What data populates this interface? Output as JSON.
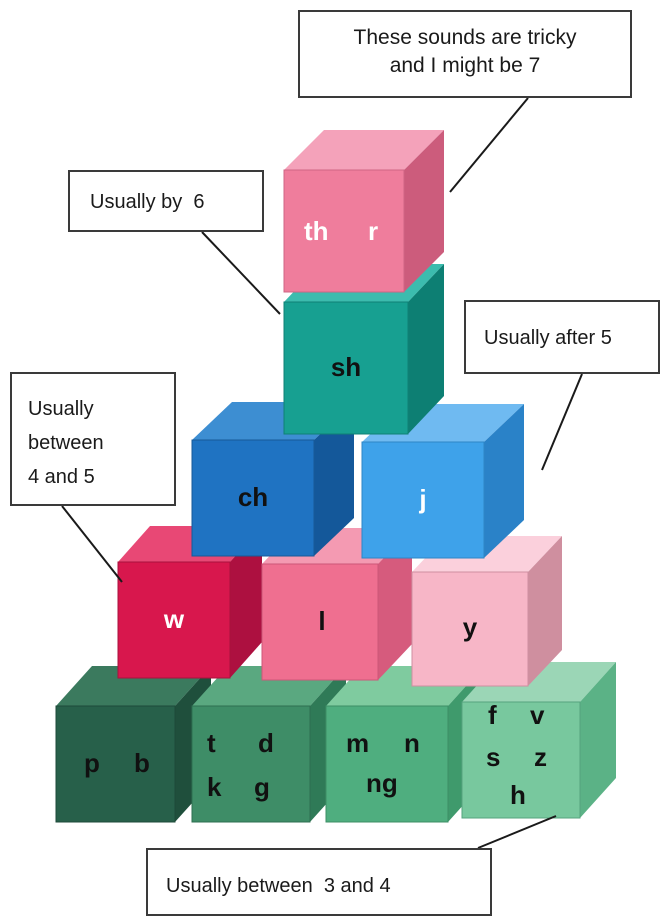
{
  "callouts": {
    "tricky": {
      "line1": "These sounds are tricky",
      "line2": "and I might be 7"
    },
    "by6": "Usually by  6",
    "after5": "Usually after 5",
    "between45": {
      "line1": "Usually",
      "line2": "between",
      "line3": "4 and 5"
    },
    "between34": "Usually between  3 and 4"
  },
  "cubes": {
    "th_r": [
      "th",
      "r"
    ],
    "sh": [
      "sh"
    ],
    "ch": [
      "ch"
    ],
    "j": [
      "j"
    ],
    "w": [
      "w"
    ],
    "l": [
      "l"
    ],
    "y": [
      "y"
    ],
    "p_b": [
      "p",
      "b"
    ],
    "t_d_k_g": [
      "t",
      "d",
      "k",
      "g"
    ],
    "m_n_ng": [
      "m",
      "n",
      "ng"
    ],
    "f_v_s_z_h": [
      "f",
      "v",
      "s",
      "z",
      "h"
    ]
  },
  "colors": {
    "pink": "#ef7d9c",
    "teal": "#17a091",
    "blue_dark": "#1f73c2",
    "blue_light": "#3ea2ea",
    "crimson": "#d8174d",
    "pink_mid": "#ef6f90",
    "pink_light": "#f7b6c7",
    "green_dark": "#27604a",
    "green_mid": "#3e8d67",
    "green": "#4fae7f",
    "green_light": "#78c89e"
  }
}
